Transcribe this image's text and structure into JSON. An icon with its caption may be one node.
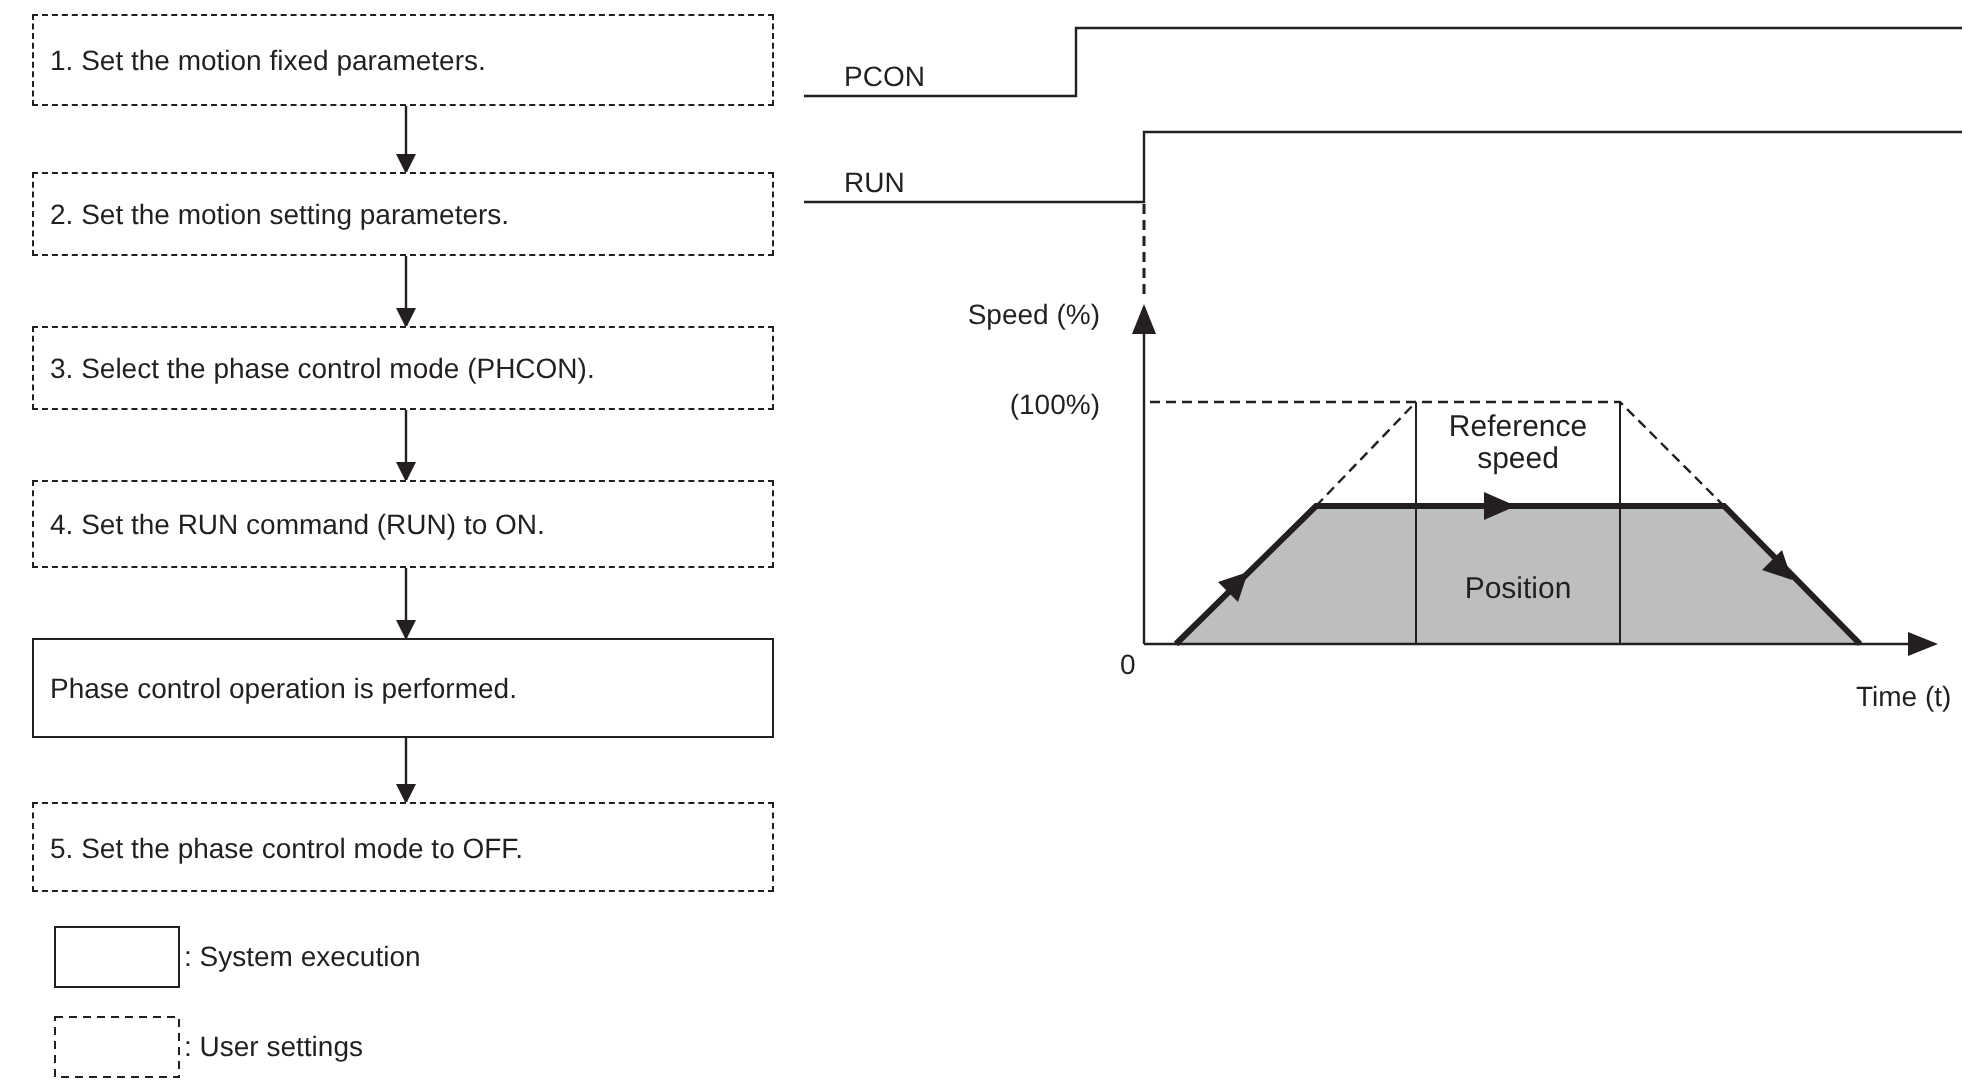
{
  "diagram": {
    "nodes": [
      {
        "text": [
          "1. Set the motion fixed parameters."
        ]
      },
      {
        "text": [
          "2. Set the motion setting parameters."
        ]
      },
      {
        "text": [
          "3. Select the phase control mode (PHCON)."
        ]
      },
      {
        "text": [
          "4. Set the RUN command (RUN) to ON."
        ]
      },
      {
        "text": [
          "Phase control operation is performed."
        ]
      },
      {
        "text": [
          "5. Set the phase control mode to OFF."
        ]
      }
    ],
    "edges": [
      {
        "from": 0,
        "to": 1,
        "arrow": "to"
      },
      {
        "from": 1,
        "to": 2,
        "arrow": "to"
      },
      {
        "from": 2,
        "to": 3,
        "arrow": "to"
      },
      {
        "from": 3,
        "to": 4,
        "arrow": "to"
      },
      {
        "from": 4,
        "to": 5,
        "arrow": "to"
      }
    ],
    "labels": [
      "PCON",
      "RUN",
      "Speed (%)",
      "(100%)",
      "Reference speed",
      "Position",
      "0",
      "Time (t)"
    ],
    "legend": [
      {
        "text": ": System execution"
      },
      {
        "text": ": User settings"
      }
    ]
  }
}
